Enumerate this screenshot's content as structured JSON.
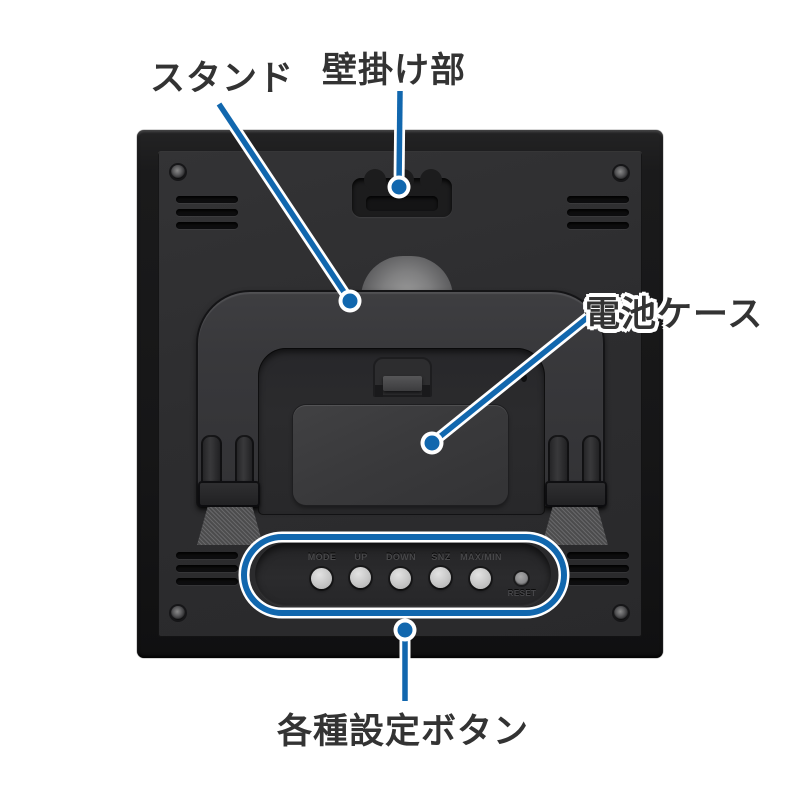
{
  "annotations": {
    "stand_label": "スタンド",
    "wall_mount_label": "壁掛け部",
    "battery_case_label": "電池ケース",
    "settings_buttons_label": "各種設定ボタン"
  },
  "device_buttons": {
    "labels": [
      "MODE",
      "UP",
      "DOWN",
      "SNZ",
      "MAX/MIN"
    ],
    "reset_label": "RESET"
  },
  "colors": {
    "annotation_blue": "#1167ae",
    "annotation_casing": "#ffffff",
    "label_text": "#333333",
    "device_frame": "#1b1b1c",
    "device_panel": "#2d2d2f",
    "button_face": "#c9c9c9"
  }
}
